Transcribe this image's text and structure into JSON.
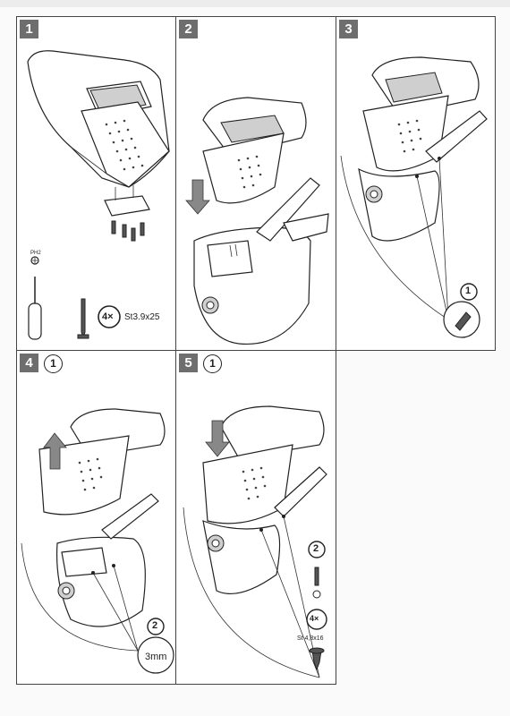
{
  "steps": [
    {
      "number": "1"
    },
    {
      "number": "2"
    },
    {
      "number": "3",
      "callout": "1"
    },
    {
      "number": "4",
      "substep": "1",
      "callout": "2",
      "callout_text": "3mm"
    },
    {
      "number": "5",
      "substep": "1",
      "callout": "2",
      "qty": "4×",
      "screw_spec": "St 4,8x16"
    }
  ],
  "step1": {
    "tool_label": "PH2",
    "qty": "4×",
    "screw_spec": "St3.9x25"
  }
}
